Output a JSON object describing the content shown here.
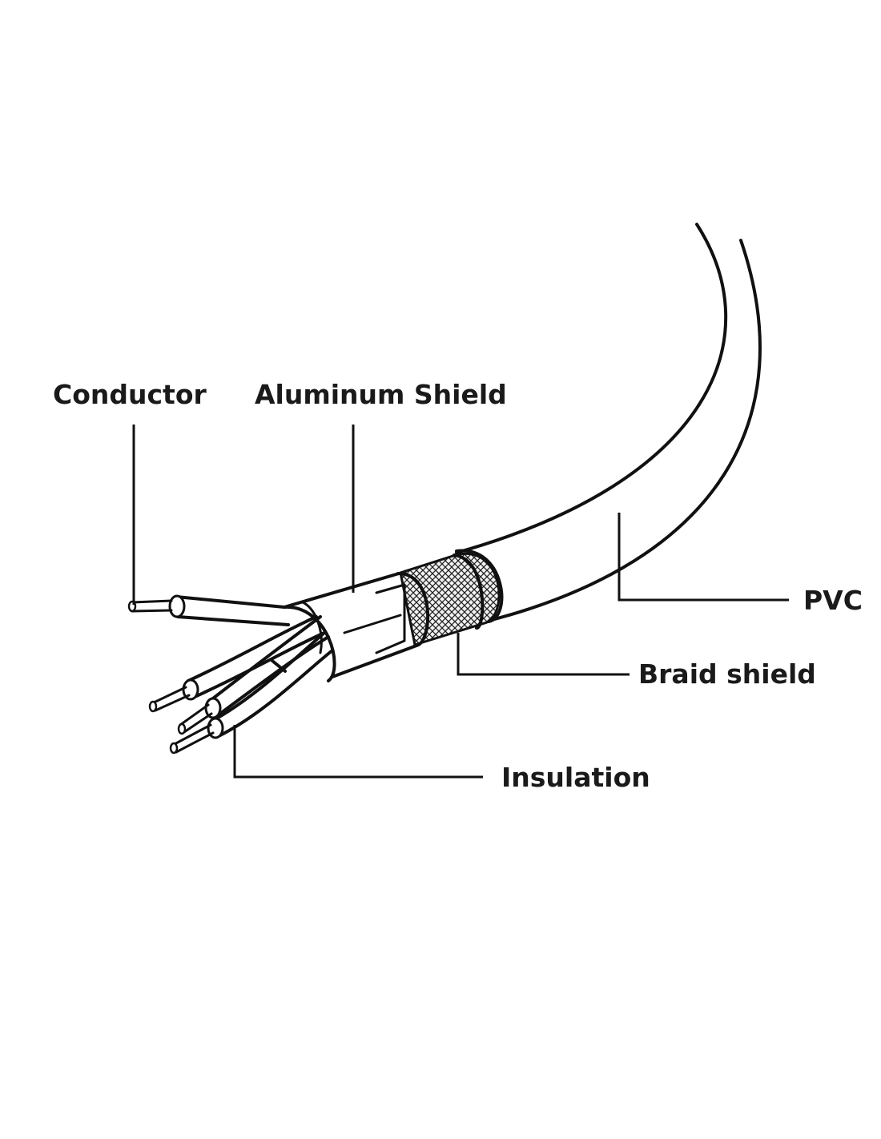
{
  "labels": {
    "conductor": "Conductor",
    "aluminum_shield": "Aluminum Shield",
    "pvc": "PVC",
    "braid_shield": "Braid shield",
    "insulation": "Insulation"
  },
  "colors": {
    "ink": "#111111",
    "background": "#ffffff"
  }
}
